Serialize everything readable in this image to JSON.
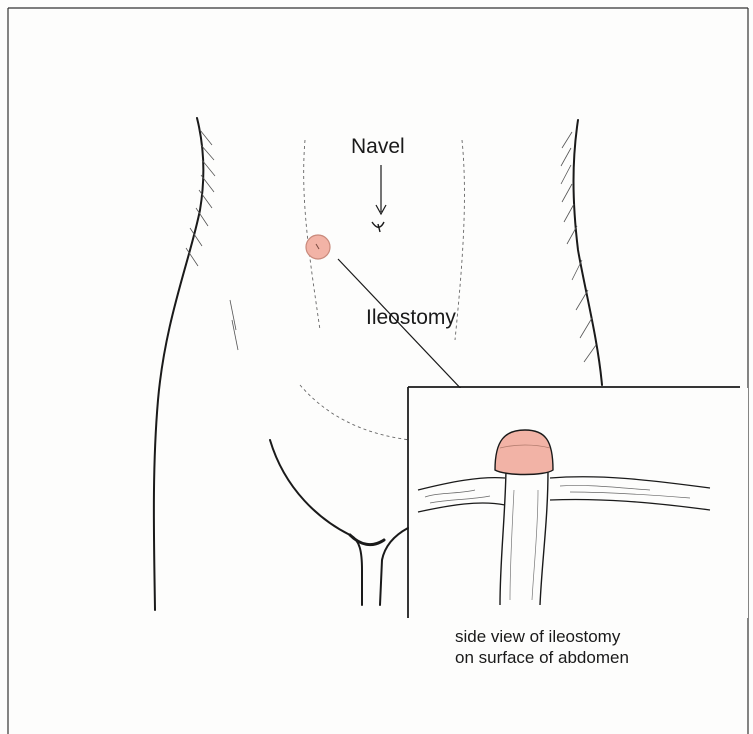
{
  "labels": {
    "navel": "Navel",
    "ileostomy": "Ileostomy"
  },
  "inset_caption": {
    "line1": "side view of ileostomy",
    "line2": "on surface of abdomen"
  },
  "colors": {
    "outline": "#1a1a1a",
    "stoma_fill": "#f2b3a6",
    "stoma_stroke": "#c98a7c",
    "frame_border": "#333333"
  }
}
